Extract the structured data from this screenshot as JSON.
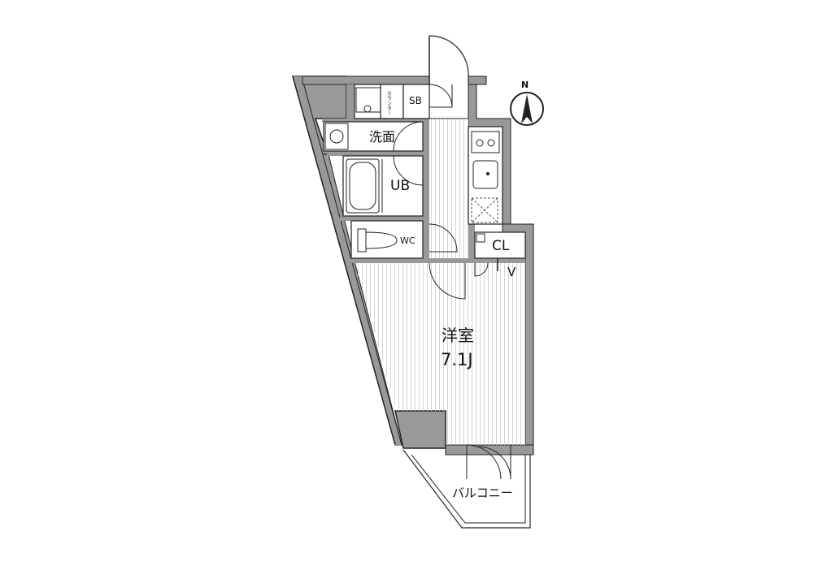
{
  "compass": {
    "label": "N"
  },
  "rooms": {
    "western": {
      "name": "洋室",
      "size": "7.1J"
    },
    "washroom": {
      "name": "洗面"
    },
    "bath": {
      "name": "UB"
    },
    "toilet": {
      "name": "WC"
    },
    "shoebox": {
      "name": "SB"
    },
    "counter": {
      "name": "カウンター"
    },
    "closet": {
      "name": "CL"
    },
    "vent": {
      "name": "V"
    },
    "balcony": {
      "name": "バルコニー"
    }
  },
  "colors": {
    "wall": "#999999",
    "line": "#222222",
    "floor_hatch": "#d4d4d4"
  }
}
